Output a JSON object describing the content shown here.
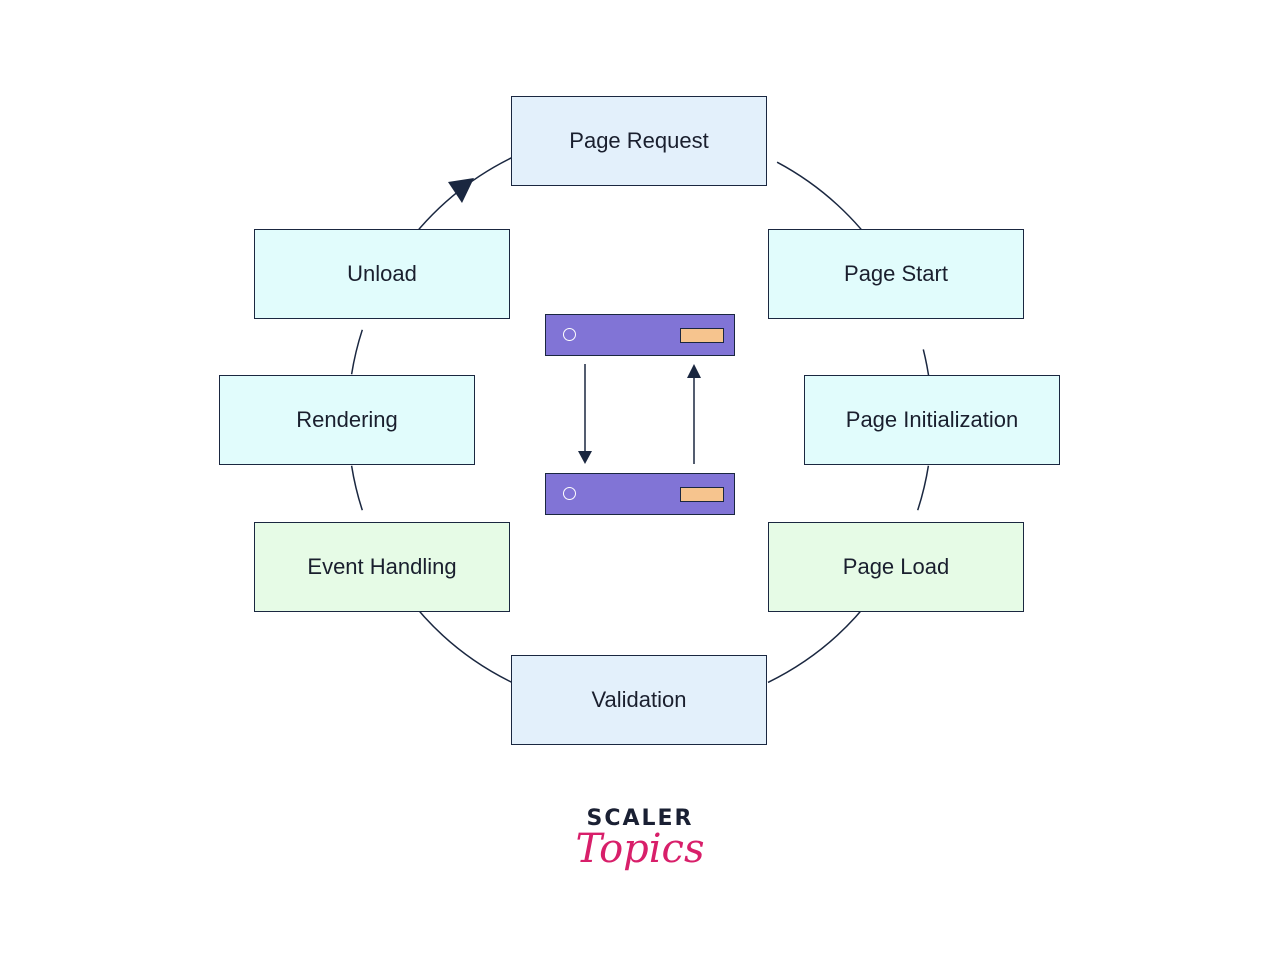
{
  "diagram": {
    "stages": [
      {
        "key": "page-request",
        "label": "Page Request",
        "fill": "#e3f0fb"
      },
      {
        "key": "page-start",
        "label": "Page Start",
        "fill": "#e1fcfc"
      },
      {
        "key": "page-initialization",
        "label": "Page Initialization",
        "fill": "#e1fcfc"
      },
      {
        "key": "page-load",
        "label": "Page Load",
        "fill": "#e6fbe6"
      },
      {
        "key": "validation",
        "label": "Validation",
        "fill": "#e3f0fb"
      },
      {
        "key": "event-handling",
        "label": "Event Handling",
        "fill": "#e6fbe6"
      },
      {
        "key": "rendering",
        "label": "Rendering",
        "fill": "#e1fcfc"
      },
      {
        "key": "unload",
        "label": "Unload",
        "fill": "#e1fcfc"
      }
    ],
    "cycle_direction": "clockwise",
    "center_icon": "client-server-exchange-icon"
  },
  "logo": {
    "word": "SCALER",
    "script": "Topics",
    "word_color": "#1a2033",
    "script_color": "#d81f6a"
  },
  "colors": {
    "stroke": "#1a2740",
    "server_body": "#8174d6",
    "server_slot": "#f6c48e"
  }
}
